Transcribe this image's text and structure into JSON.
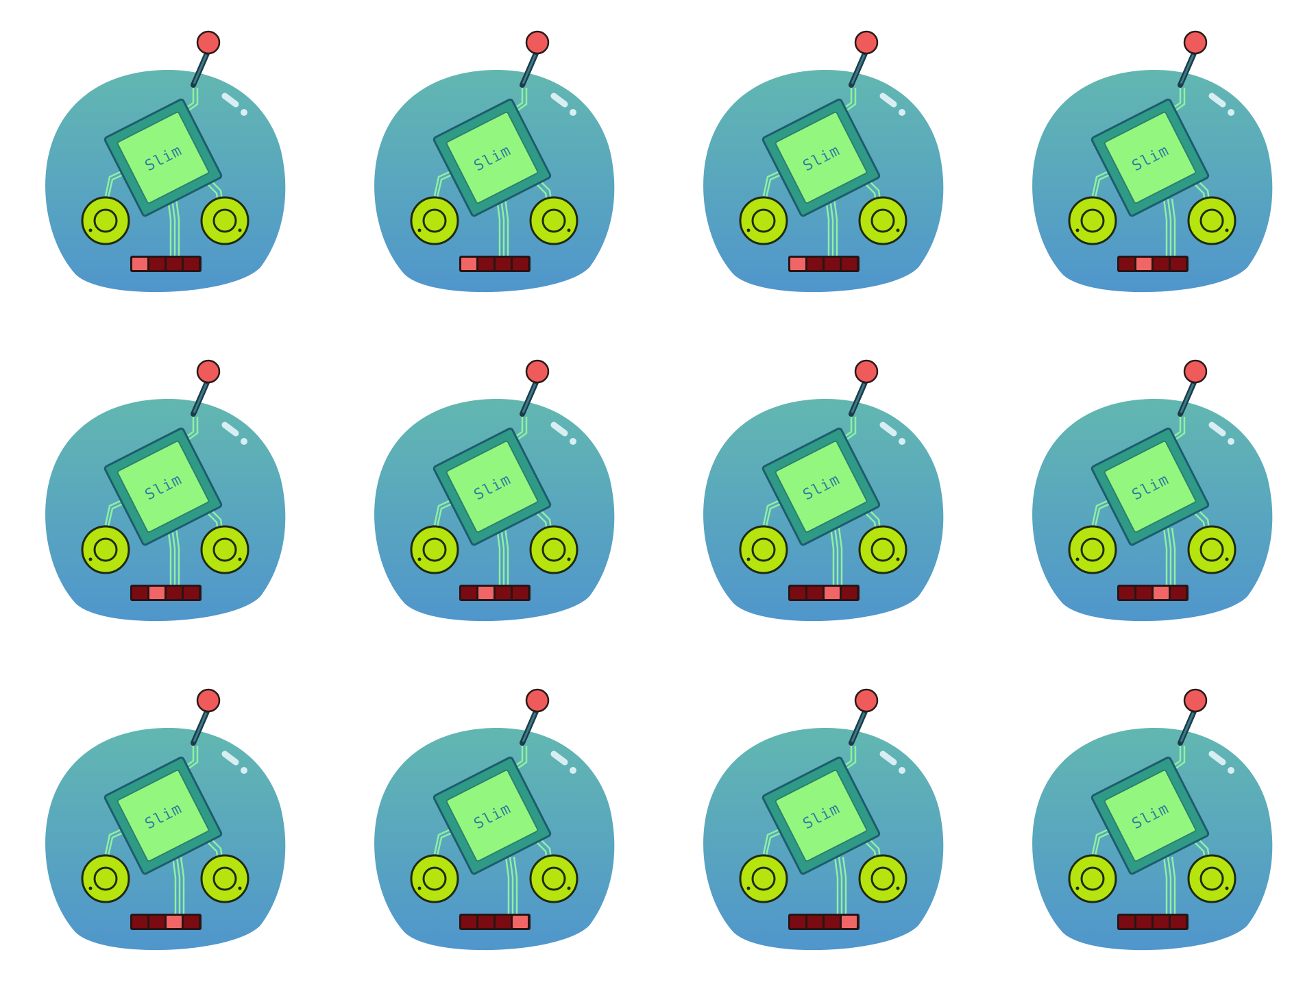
{
  "sheet": {
    "colors": {
      "background": "#ffffff",
      "body_top": "#62b7b0",
      "body_bottom": "#5096cc",
      "chip_frame": "#2f9a86",
      "chip_screen": "#93f77f",
      "eye_fill": "#b6e40e",
      "antenna_ball": "#ef5b5b",
      "mouth_off": "#7a0b12",
      "mouth_on": "#f06666",
      "trace": "#8ff0a0"
    },
    "frames": [
      {
        "label": "Slim",
        "mouth_lit": 1,
        "lead": "left"
      },
      {
        "label": "Slim",
        "mouth_lit": 1,
        "lead": "left"
      },
      {
        "label": "Slim",
        "mouth_lit": 1,
        "lead": "left"
      },
      {
        "label": "Slim",
        "mouth_lit": 2,
        "lead": "right"
      },
      {
        "label": "Slim",
        "mouth_lit": 2,
        "lead": "left"
      },
      {
        "label": "Slim",
        "mouth_lit": 2,
        "lead": "left"
      },
      {
        "label": "Slim",
        "mouth_lit": 3,
        "lead": "mid"
      },
      {
        "label": "Slim",
        "mouth_lit": 3,
        "lead": "right"
      },
      {
        "label": "Slim",
        "mouth_lit": 3,
        "lead": "mid"
      },
      {
        "label": "Slim",
        "mouth_lit": 4,
        "lead": "right"
      },
      {
        "label": "Slim",
        "mouth_lit": 4,
        "lead": "right"
      },
      {
        "label": "Slim",
        "mouth_lit": 0,
        "lead": "right"
      }
    ]
  }
}
